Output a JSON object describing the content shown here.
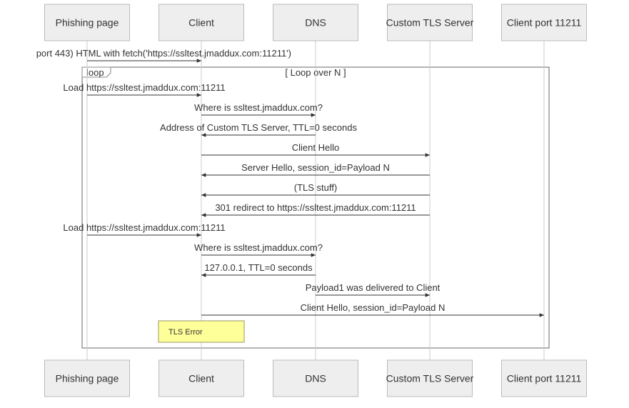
{
  "actors": [
    {
      "id": "phishing",
      "label": "Phishing page"
    },
    {
      "id": "client",
      "label": "Client"
    },
    {
      "id": "dns",
      "label": "DNS"
    },
    {
      "id": "tls",
      "label": "Custom TLS Server"
    },
    {
      "id": "port",
      "label": "Client port 11211"
    }
  ],
  "loop": {
    "label": "loop",
    "condition": "[ Loop over N ]"
  },
  "messages": [
    {
      "from": "phishing",
      "to": "client",
      "text": "port 443) HTML with fetch('https://ssltest.jmaddux.com:11211')"
    },
    {
      "from": "phishing",
      "to": "client",
      "text": "Load https://ssltest.jmaddux.com:11211"
    },
    {
      "from": "client",
      "to": "dns",
      "text": "Where is ssltest.jmaddux.com?"
    },
    {
      "from": "dns",
      "to": "client",
      "text": "Address of Custom TLS Server, TTL=0 seconds"
    },
    {
      "from": "client",
      "to": "tls",
      "text": "Client Hello"
    },
    {
      "from": "tls",
      "to": "client",
      "text": "Server Hello, session_id=Payload N"
    },
    {
      "from": "tls",
      "to": "client",
      "text": "(TLS stuff)"
    },
    {
      "from": "tls",
      "to": "client",
      "text": "301 redirect to https://ssltest.jmaddux.com:11211"
    },
    {
      "from": "phishing",
      "to": "client",
      "text": "Load https://ssltest.jmaddux.com:11211"
    },
    {
      "from": "client",
      "to": "dns",
      "text": "Where is ssltest.jmaddux.com?"
    },
    {
      "from": "dns",
      "to": "client",
      "text": "127.0.0.1, TTL=0 seconds"
    },
    {
      "from": "dns",
      "to": "tls",
      "text": "Payload1 was delivered to Client"
    },
    {
      "from": "client",
      "to": "port",
      "text": "Client Hello, session_id=Payload N"
    }
  ],
  "note": {
    "over": "client",
    "text": "TLS Error"
  }
}
